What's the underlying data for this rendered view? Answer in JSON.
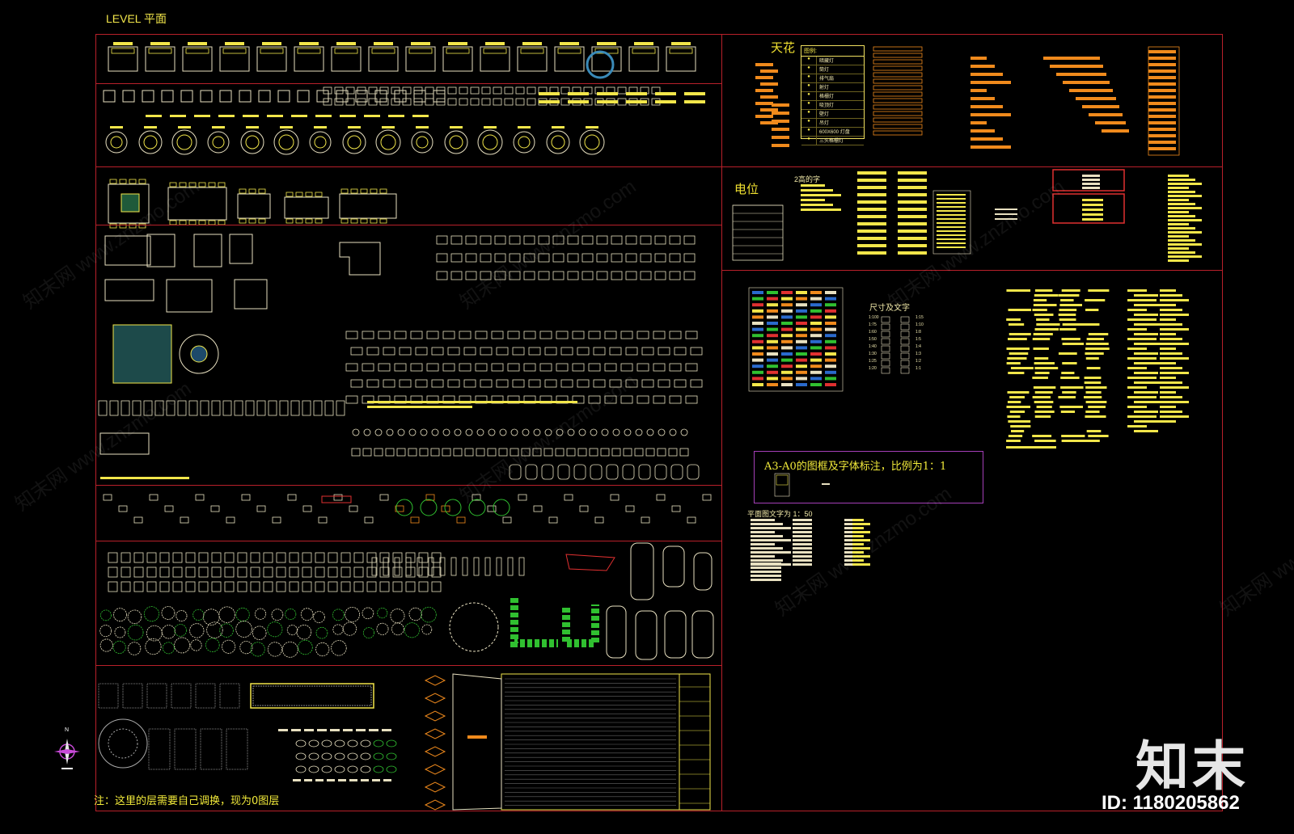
{
  "sheet": {
    "title": "LEVEL 平面",
    "note": "注：这里的层需要自己调换，现为0图层"
  },
  "zones": {
    "ceiling_label": "天花",
    "electrical_label": "电位",
    "text_height_label": "2高的字",
    "dim_text_label": "尺寸及文字",
    "frame_note": "A3-A0的图框及字体标注，比例为1：1",
    "plan_text_label": "平面图文字为 1：50"
  },
  "legend_ceiling": {
    "heading": "图例:",
    "rows": [
      "暗藏灯",
      "筒灯",
      "排气扇",
      "射灯",
      "格栅灯",
      "吸顶灯",
      "壁灯",
      "吊灯",
      "600X600 灯盘",
      "三头格栅灯"
    ]
  },
  "dim_scales": [
    "1:100",
    "1:75",
    "1:60",
    "1:50",
    "1:40",
    "1:30",
    "1:25",
    "1:20"
  ],
  "dim_scales_right": [
    "1:15",
    "1:10",
    "1:8",
    "1:5",
    "1:4",
    "1:3",
    "1:2",
    "1:1"
  ],
  "compass": {
    "label": "N"
  },
  "watermark": {
    "logo": "知末",
    "id": "ID: 1180205862",
    "faint": "知末网 www.znzmo.com"
  },
  "colors": {
    "background": "#000000",
    "frame_red": "#b8202a",
    "cad_yellow": "#f2e64a",
    "cad_orange": "#f08a1c",
    "cad_green": "#30c030",
    "cad_purple": "#a43fb8"
  }
}
